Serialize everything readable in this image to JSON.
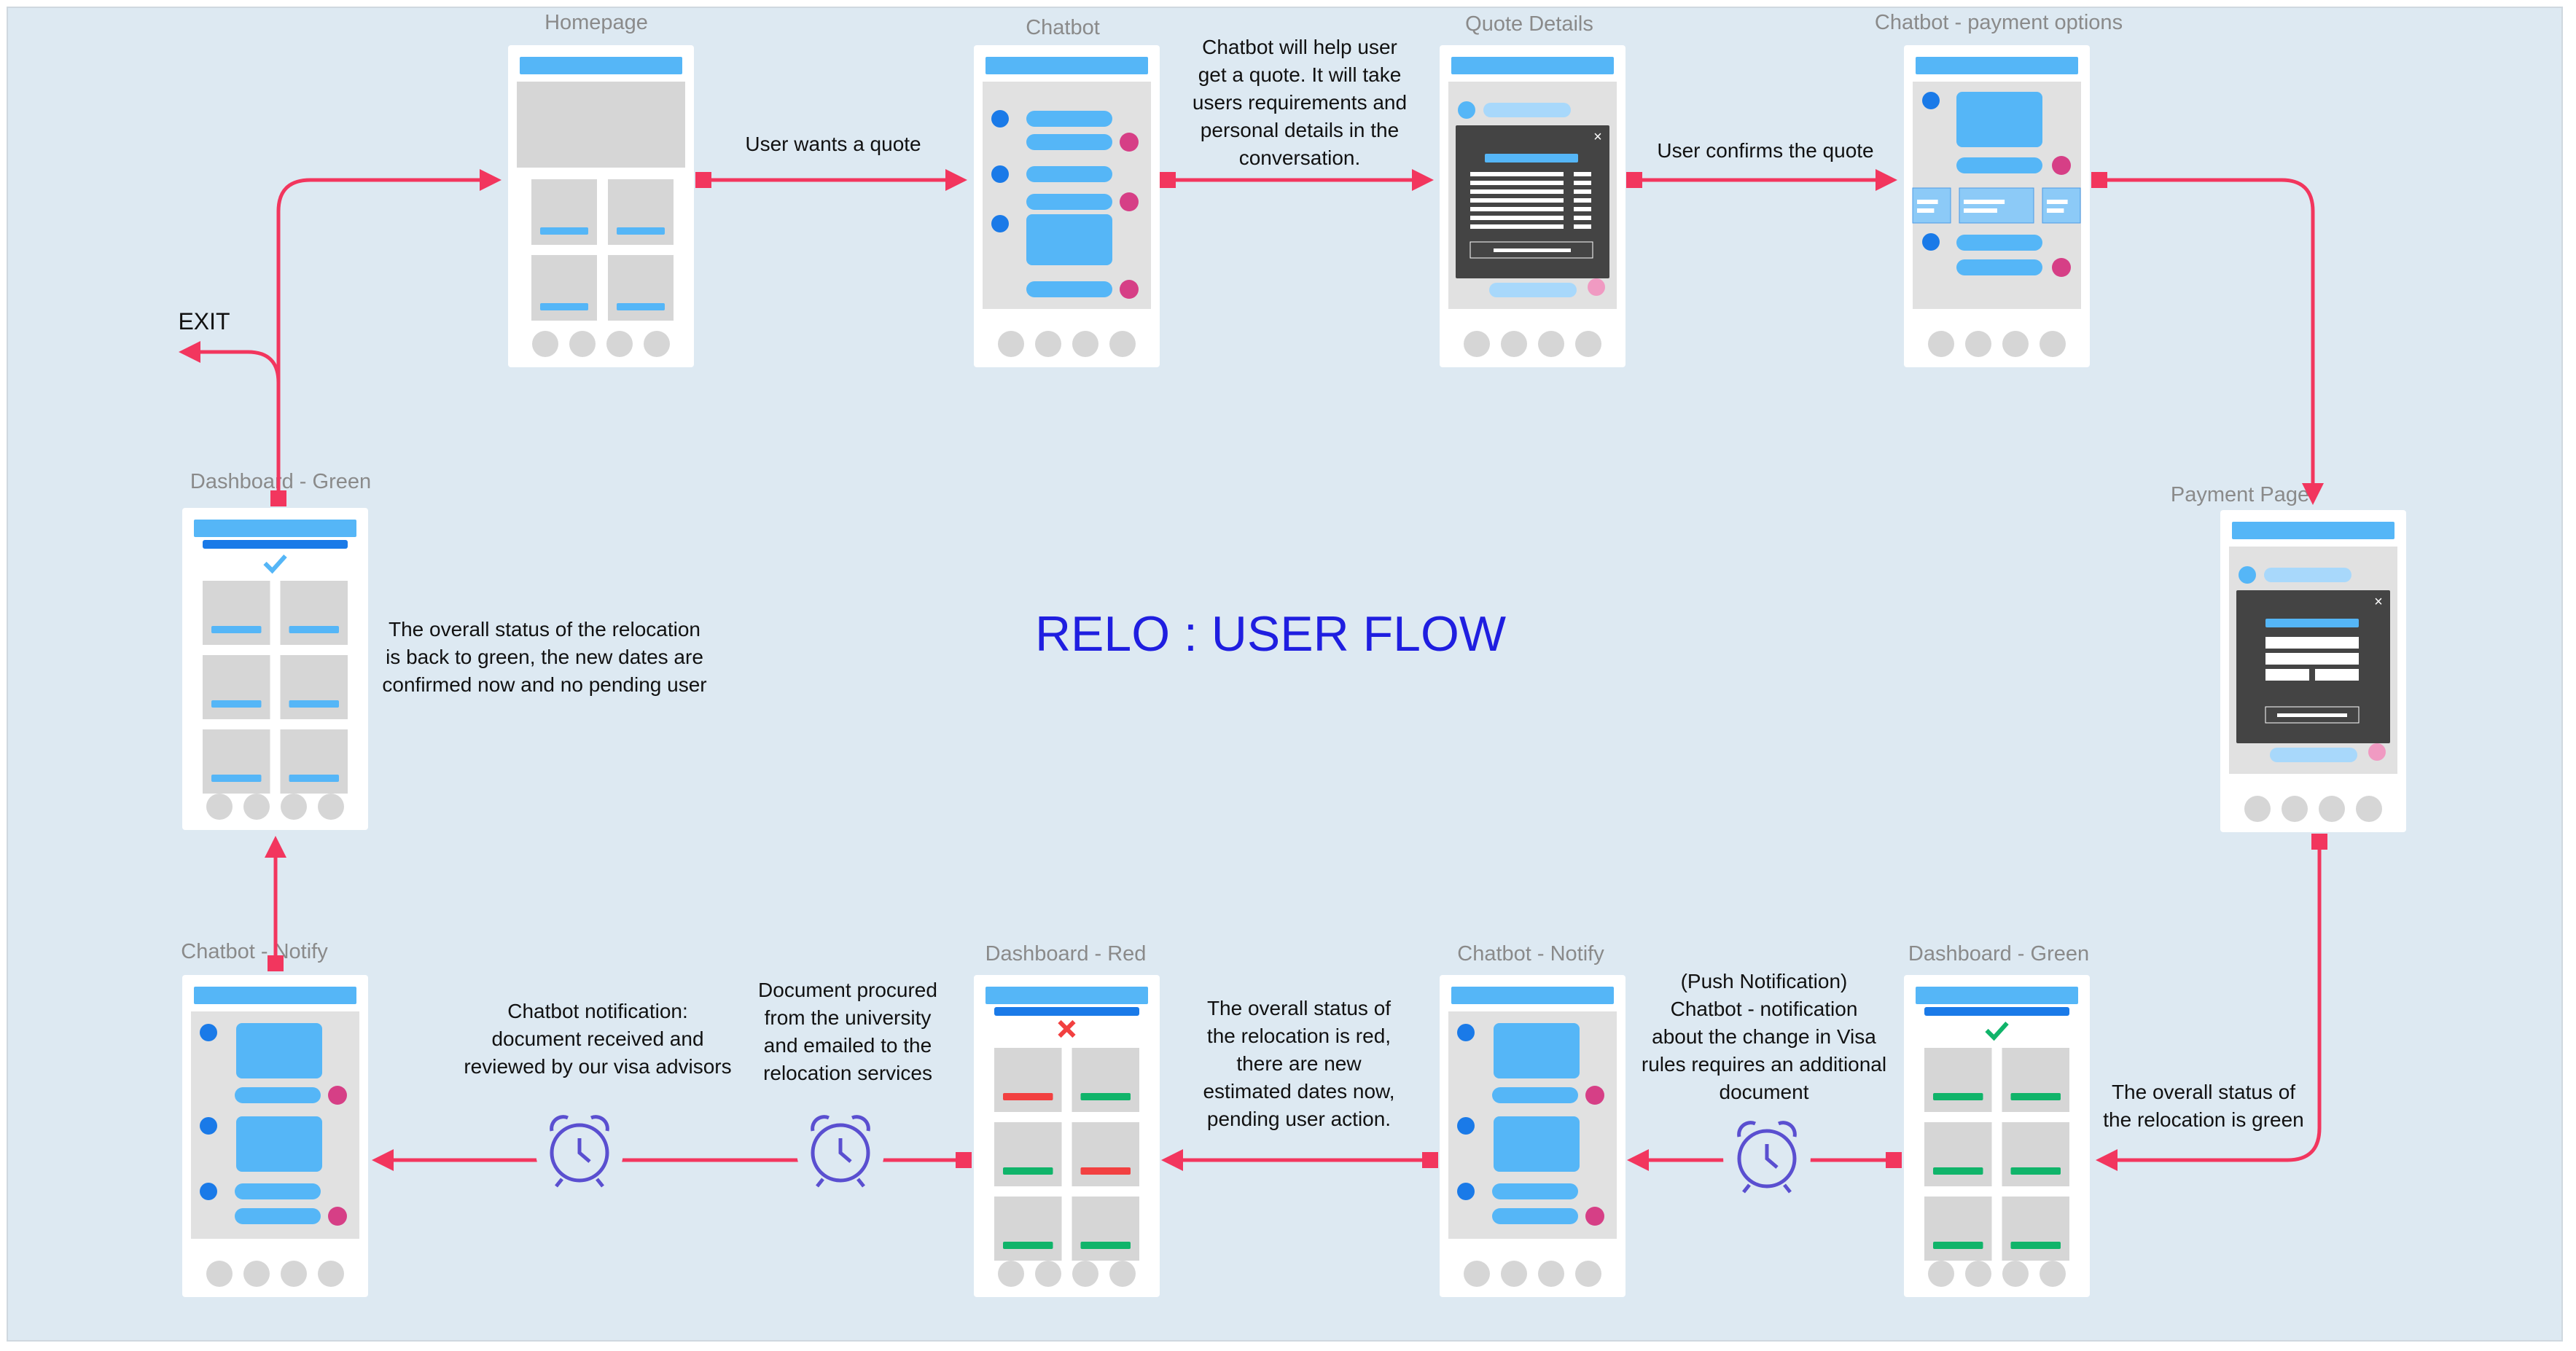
{
  "title": "RELO : USER FLOW",
  "colors": {
    "background": "#dde9f2",
    "flow": "#f2365e",
    "title": "#1f1ee0",
    "accent_blue": "#55b6f7",
    "dark_blue": "#1a7ae8",
    "pink": "#d63f86",
    "green": "#10b46a",
    "red": "#f24040"
  },
  "screens": {
    "homepage": "Homepage",
    "chatbot": "Chatbot",
    "quote_details": "Quote Details",
    "chatbot_payment": "Chatbot - payment options",
    "payment_page": "Payment Page",
    "dashboard_green_bottom": "Dashboard - Green",
    "chatbot_notify_right": "Chatbot - Notify",
    "dashboard_red": "Dashboard - Red",
    "chatbot_notify_left": "Chatbot - Notify",
    "dashboard_green_top": "Dashboard - Green"
  },
  "notes": {
    "user_wants_quote": "User wants a quote",
    "chatbot_help": [
      "Chatbot will help user",
      "get a quote. It will take",
      "users requirements and",
      "personal details in the",
      "conversation."
    ],
    "user_confirms": "User confirms the quote",
    "status_green": [
      "The overall status of",
      "the relocation is green"
    ],
    "push_notification": [
      "(Push Notification)",
      "Chatbot - notification",
      "about the  change in Visa",
      "rules requires an additional",
      "document"
    ],
    "status_red": [
      "The overall status of",
      "the relocation is red,",
      "there are new",
      "estimated dates now,",
      "pending user action."
    ],
    "document_procured": [
      "Document procured",
      "from the university",
      "and emailed to the",
      "relocation services"
    ],
    "chatbot_notification": [
      "Chatbot notification:",
      "document received and",
      "reviewed by our visa advisors"
    ],
    "status_back_green": [
      "The overall status of the relocation",
      "is back to green, the new dates are",
      "confirmed now and no pending user"
    ],
    "exit": "EXIT"
  },
  "icons": {
    "waiting": "alarm-clock-icon",
    "close": "close-icon",
    "check": "check-icon",
    "cross": "cross-icon"
  }
}
